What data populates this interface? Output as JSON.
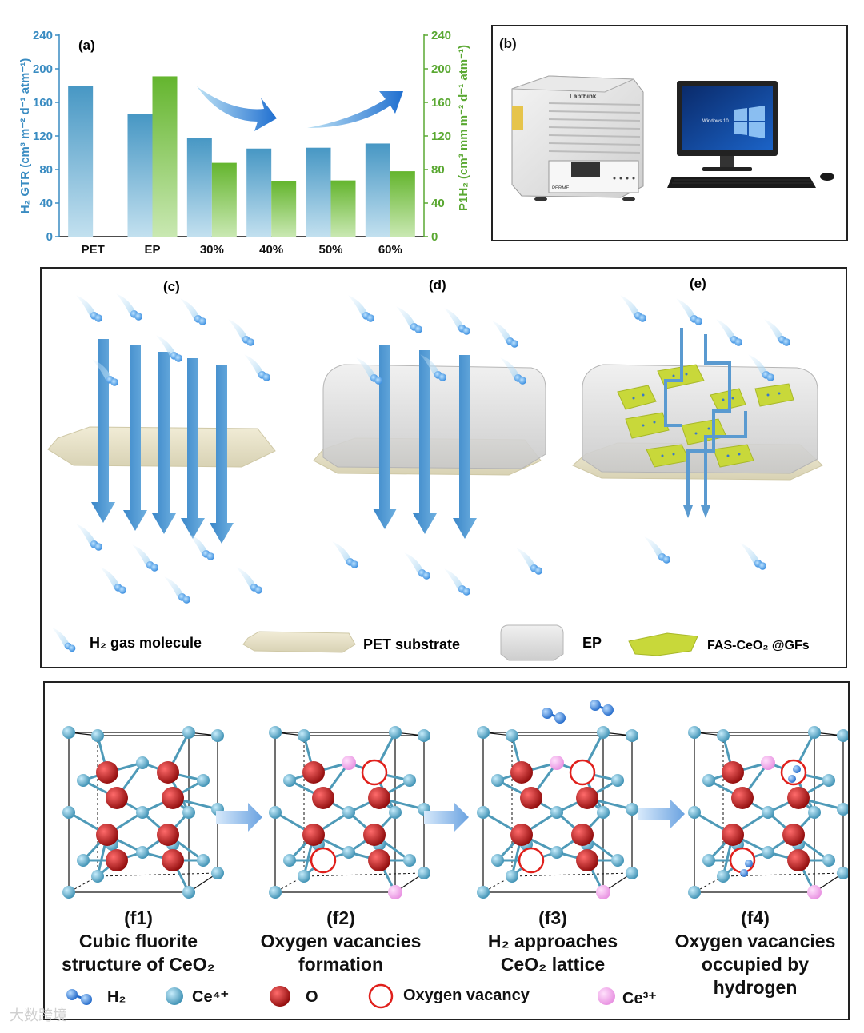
{
  "panel_a": {
    "label": "(a)",
    "left_axis_label": "H₂ GTR (cm³ m⁻² d⁻¹ atm⁻¹)",
    "right_axis_label": "P1H₂ (cm³ mm m⁻² d⁻¹ atm⁻¹)",
    "colors": {
      "blue": "#4f9fc9",
      "green": "#6dbb3a",
      "left_axis": "#3a8cc2",
      "right_axis": "#5aa832"
    }
  },
  "chart_data": {
    "type": "bar",
    "categories": [
      "PET",
      "EP",
      "30%",
      "40%",
      "50%",
      "60%"
    ],
    "series": [
      {
        "values": [
          180,
          146,
          118,
          105,
          106,
          111
        ],
        "axis": "left"
      },
      {
        "values": [
          null,
          191,
          88,
          66,
          67,
          78
        ],
        "axis": "right"
      }
    ],
    "xlabel": "",
    "ylabel": "H₂ GTR (cm³ m⁻² d⁻¹ atm⁻¹)",
    "y2label": "P1H₂ (cm³ mm m⁻² d⁻¹ atm⁻¹)",
    "ylim": [
      0,
      240
    ],
    "y2lim": [
      0,
      240
    ],
    "yticks": [
      "0",
      "40",
      "80",
      "120",
      "160",
      "200",
      "240"
    ],
    "grid": false
  },
  "panel_b": {
    "label": "(b)",
    "instrument_brand": "Labthink",
    "instrument_model": "PERME",
    "screen_text": "Windows 10"
  },
  "panel_cde": {
    "labels": [
      "(c)",
      "(d)",
      "(e)"
    ],
    "legend": {
      "h2": "H₂ gas molecule",
      "pet": "PET substrate",
      "ep": "EP",
      "fas": "FAS-CeO₂ @GFs"
    }
  },
  "panel_f": {
    "steps": [
      {
        "label": "(f1)",
        "line1": "Cubic fluorite",
        "line2": "structure of CeO₂",
        "line3": ""
      },
      {
        "label": "(f2)",
        "line1": "Oxygen vacancies",
        "line2": "formation",
        "line3": ""
      },
      {
        "label": "(f3)",
        "line1": "H₂ approaches",
        "line2": "CeO₂ lattice",
        "line3": ""
      },
      {
        "label": "(f4)",
        "line1": "Oxygen vacancies",
        "line2": "occupied by",
        "line3": "hydrogen"
      }
    ],
    "legend": {
      "h2": "H₂",
      "ce4": "Ce⁴⁺",
      "o": "O",
      "vacancy": "Oxygen vacancy",
      "ce3": "Ce³⁺"
    },
    "colors": {
      "ce4": "#5aa5c4",
      "o": "#c01616",
      "ce3": "#ee9ce8",
      "vacancy": "#e0201c",
      "h": "#2f7fdc"
    }
  },
  "watermark": "大数跨境"
}
